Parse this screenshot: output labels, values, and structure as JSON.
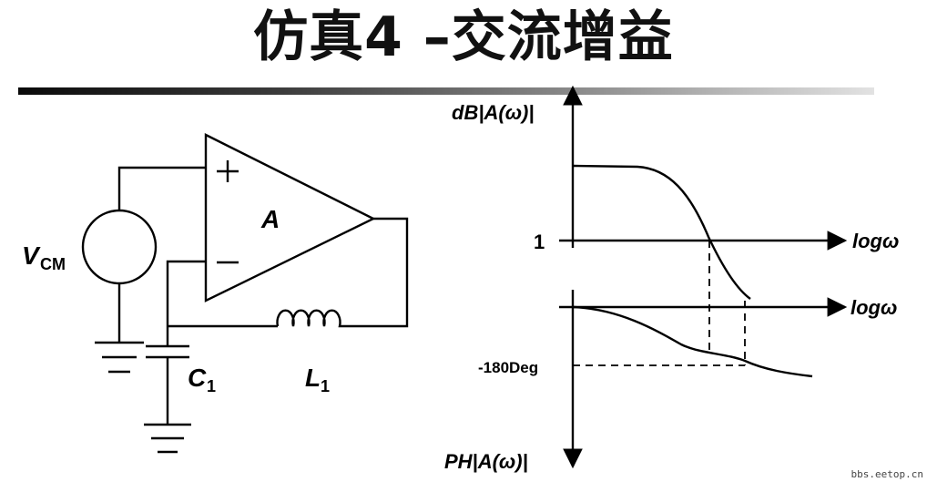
{
  "title": "仿真4 –交流增益",
  "watermark": "bbs.eetop.cn",
  "circuit": {
    "source_label": "V",
    "source_subscript": "CM",
    "opamp_label": "A",
    "plus_sign": "+",
    "minus_sign": "–",
    "capacitor_label": "C",
    "capacitor_subscript": "1",
    "inductor_label": "L",
    "inductor_subscript": "1"
  },
  "bode": {
    "magnitude_axis_label": "dB|A(ω)|",
    "phase_axis_label": "PH|A(ω)|",
    "magnitude_x_label": "logω",
    "phase_x_label": "logω",
    "unity_label": "1",
    "phase_ref_label": "-180Deg"
  }
}
